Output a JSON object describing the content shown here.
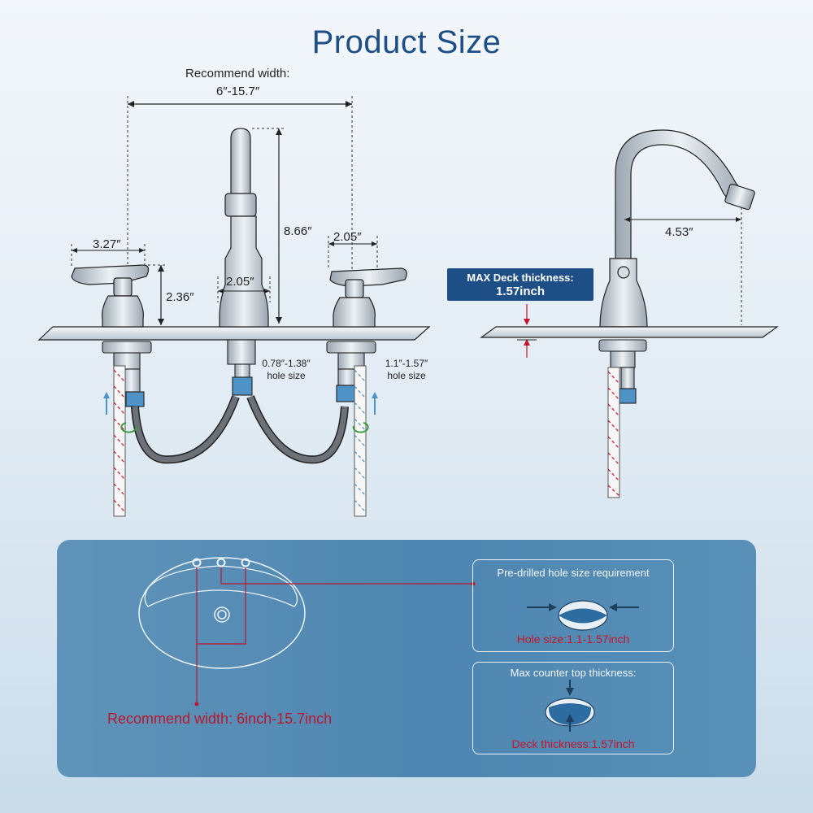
{
  "title": "Product Size",
  "top_dimensions": {
    "recommend_width_label": "Recommend width:",
    "recommend_width_value": "6″-15.7″",
    "spout_height": "8.66″",
    "handle_length": "3.27″",
    "handle_height": "2.36″",
    "spout_base_width": "2.05″",
    "handle_base_width": "2.05″",
    "spout_hole_range": "0.78″-1.38″",
    "spout_hole_label": "hole size",
    "handle_hole_range": "1.1″-1.57″",
    "handle_hole_label": "hole size",
    "spout_reach": "4.53″",
    "max_deck_label": "MAX Deck thickness:",
    "max_deck_value": "1.57inch"
  },
  "panel": {
    "hole_box": {
      "title": "Pre-drilled hole size requirement",
      "value": "Hole size:1.1-1.57inch"
    },
    "deck_box": {
      "title": "Max counter top thickness:",
      "value": "Deck thickness:1.57inch"
    },
    "recommend_width": "Recommend width: 6inch-15.7inch"
  },
  "colors": {
    "title": "#1d4f86",
    "accent_red": "#c4152b",
    "panel_blue": "#4e86b1",
    "badge_blue": "#1d4f86"
  }
}
